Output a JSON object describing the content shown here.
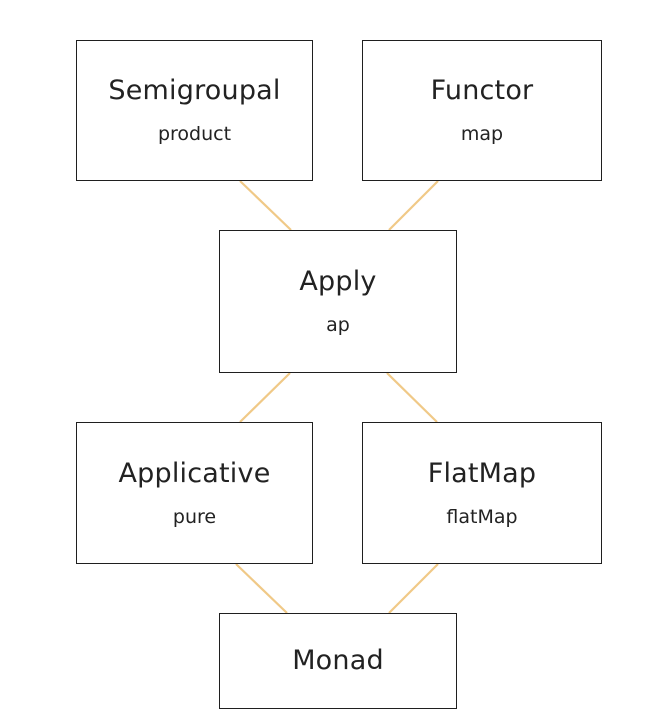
{
  "edge_color": "#f0c987",
  "nodes": {
    "semigroupal": {
      "title": "Semigroupal",
      "method": "product"
    },
    "functor": {
      "title": "Functor",
      "method": "map"
    },
    "apply": {
      "title": "Apply",
      "method": "ap"
    },
    "applicative": {
      "title": "Applicative",
      "method": "pure"
    },
    "flatmap": {
      "title": "FlatMap",
      "method": "flatMap"
    },
    "monad": {
      "title": "Monad"
    }
  },
  "edges": [
    {
      "from": "Semigroupal",
      "to": "Apply"
    },
    {
      "from": "Functor",
      "to": "Apply"
    },
    {
      "from": "Apply",
      "to": "Applicative"
    },
    {
      "from": "Apply",
      "to": "FlatMap"
    },
    {
      "from": "Applicative",
      "to": "Monad"
    },
    {
      "from": "FlatMap",
      "to": "Monad"
    }
  ]
}
